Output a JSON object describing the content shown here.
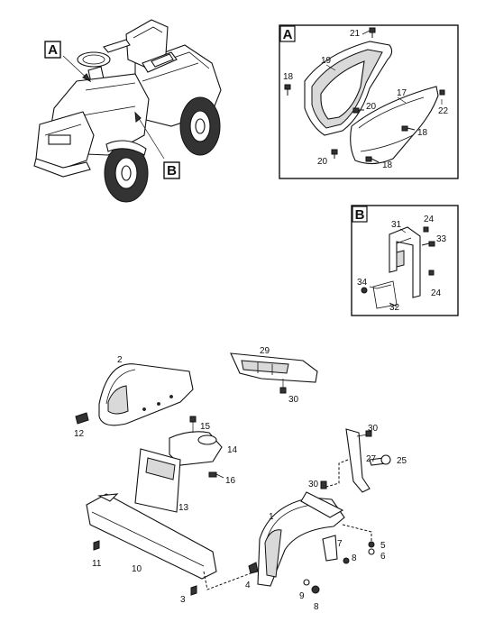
{
  "callouts": {
    "a": "A",
    "b": "B"
  },
  "detail_a": {
    "title": "A",
    "labels": {
      "p21": "21",
      "p19": "19",
      "p18a": "18",
      "p17": "17",
      "p22": "22",
      "p20a": "20",
      "p18b": "18",
      "p20b": "20",
      "p18c": "18"
    }
  },
  "detail_b": {
    "title": "B",
    "labels": {
      "p31": "31",
      "p24a": "24",
      "p33": "33",
      "p34": "34",
      "p24b": "24",
      "p32": "32"
    }
  },
  "exploded": {
    "labels": {
      "p29": "29",
      "p30a": "30",
      "p2": "2",
      "p12": "12",
      "p15": "15",
      "p14": "14",
      "p16": "16",
      "p13": "13",
      "p30b": "30",
      "p27": "27",
      "p25": "25",
      "p30c": "30",
      "p1": "1",
      "p11": "11",
      "p10": "10",
      "p5": "5",
      "p6": "6",
      "p7": "7",
      "p8a": "8",
      "p9": "9",
      "p8b": "8",
      "p3": "3",
      "p4": "4"
    }
  }
}
